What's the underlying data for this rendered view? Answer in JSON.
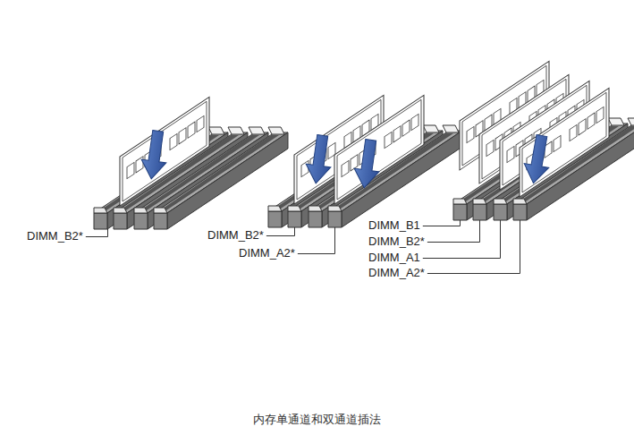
{
  "diagram": {
    "caption": "内存单通道和双通道插法",
    "labels": [
      "DIMM_B2*",
      "DIMM_B2*",
      "DIMM_A2*",
      "DIMM_B1",
      "DIMM_B2*",
      "DIMM_A1",
      "DIMM_A2*"
    ]
  }
}
